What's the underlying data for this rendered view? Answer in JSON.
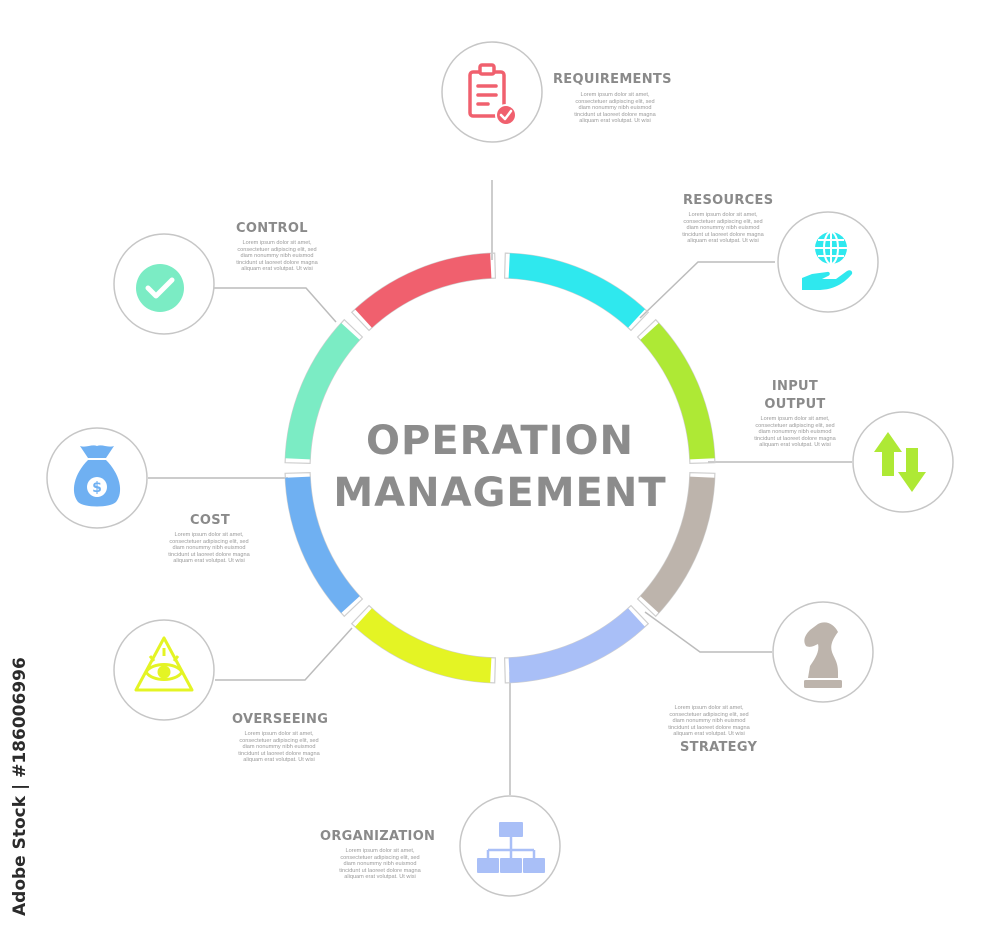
{
  "title": {
    "line1": "OPERATION",
    "line2": "MANAGEMENT"
  },
  "lorem": "Lorem ipsum dolor sit amet,\nconsectetuer adipiscing elit, sed\ndiam nonummy nibh euismod\ntincidunt ut laoreet dolore magna\naliquam erat volutpat. Ut wisi",
  "stock_id": "Adobe Stock | #186006996",
  "colors": {
    "requirements": "#f0606e",
    "resources": "#2fe8ee",
    "input_output": "#aee935",
    "strategy": "#bdb4ac",
    "organization": "#a9bff7",
    "overseeing": "#e4f424",
    "cost": "#6fb0f2",
    "control": "#7becc4",
    "title_text": "#8c8c8c",
    "line": "#bcbcbc"
  },
  "items": [
    {
      "key": "requirements",
      "label": "REQUIREMENTS",
      "icon": "clipboard-check-icon"
    },
    {
      "key": "resources",
      "label": "RESOURCES",
      "icon": "globe-hand-icon"
    },
    {
      "key": "input_output",
      "label": "INPUT\nOUTPUT",
      "icon": "up-down-arrows-icon"
    },
    {
      "key": "strategy",
      "label": "STRATEGY",
      "icon": "chess-knight-icon"
    },
    {
      "key": "organization",
      "label": "ORGANIZATION",
      "icon": "org-chart-icon"
    },
    {
      "key": "overseeing",
      "label": "OVERSEEING",
      "icon": "eye-triangle-icon"
    },
    {
      "key": "cost",
      "label": "COST",
      "icon": "money-bag-icon"
    },
    {
      "key": "control",
      "label": "CONTROL",
      "icon": "checkmark-circle-icon"
    }
  ]
}
